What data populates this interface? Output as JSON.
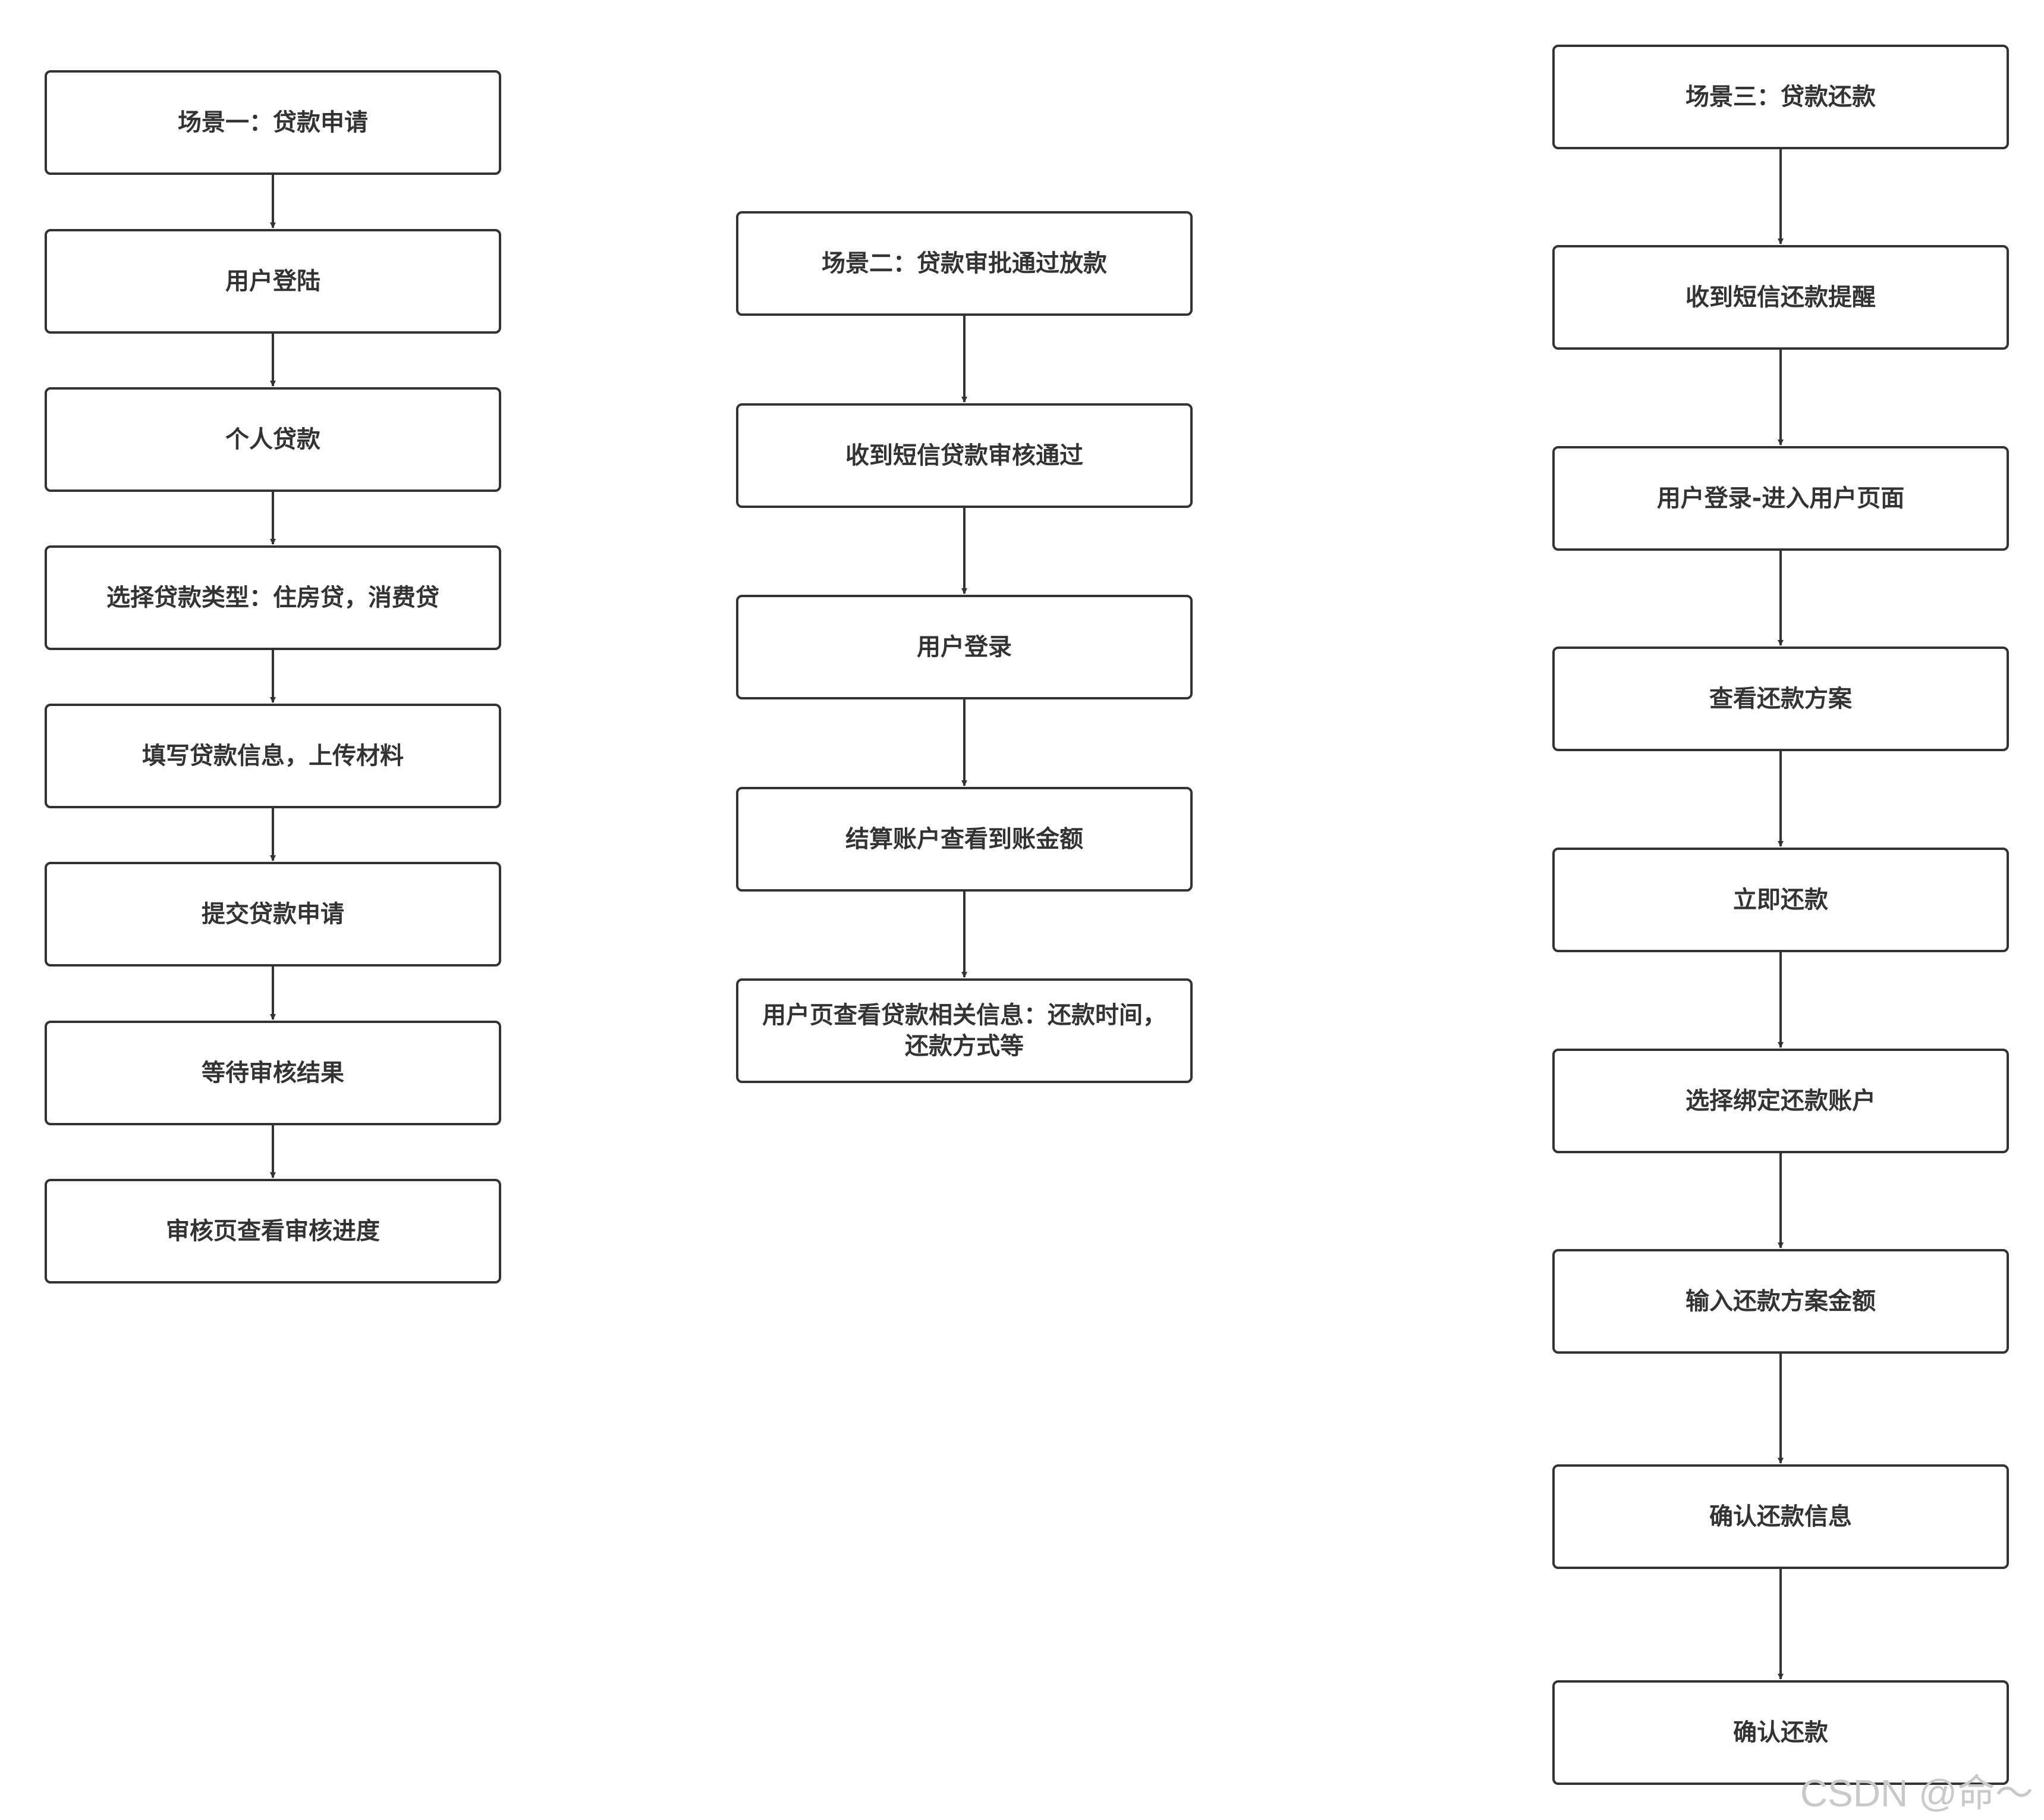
{
  "flowcharts": [
    {
      "steps": [
        "场景一：贷款申请",
        "用户登陆",
        "个人贷款",
        "选择贷款类型：住房贷，消费贷",
        "填写贷款信息，上传材料",
        "提交贷款申请",
        "等待审核结果",
        "审核页查看审核进度"
      ]
    },
    {
      "steps": [
        "场景二：贷款审批通过放款",
        "收到短信贷款审核通过",
        "用户登录",
        "结算账户查看到账金额",
        "用户页查看贷款相关信息：还款时间，还款方式等"
      ]
    },
    {
      "steps": [
        "场景三：贷款还款",
        "收到短信还款提醒",
        "用户登录-进入用户页面",
        "查看还款方案",
        "立即还款",
        "选择绑定还款账户",
        "输入还款方案金额",
        "确认还款信息",
        "确认还款"
      ]
    }
  ],
  "watermark": "CSDN @命～",
  "colors": {
    "stroke": "#333333",
    "background": "#ffffff",
    "watermark": "#c9c9c9"
  }
}
